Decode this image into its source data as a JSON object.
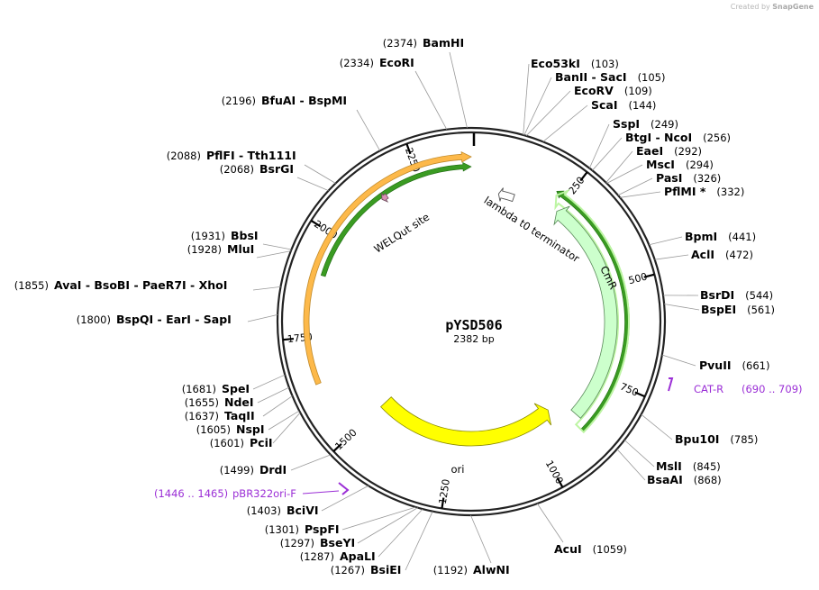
{
  "credit": {
    "prefix": "Created by",
    "brand": "SnapGene"
  },
  "plasmid": {
    "name": "pYSD506",
    "size_label": "2382 bp",
    "length": 2382
  },
  "ticks": [
    "250",
    "500",
    "750",
    "1000",
    "1250",
    "1500",
    "1750",
    "2000",
    "2250"
  ],
  "features": [
    {
      "name": "CmR",
      "start": 230,
      "end": 890,
      "color": "#ccffcc",
      "direction": "rev"
    },
    {
      "name": "lambda t0 terminator",
      "start": 60,
      "end": 152,
      "color": "#ffffff",
      "direction": "rev"
    },
    {
      "name": "ori",
      "start": 920,
      "end": 1510,
      "color": "#ffff00",
      "direction": "rev"
    },
    {
      "name": "WELQut site",
      "start": 2141,
      "end": 2158,
      "color": "#d98fb4",
      "direction": "rev"
    }
  ],
  "overlays": [
    {
      "label": "orange",
      "color": "#f7c56b"
    },
    {
      "label": "green",
      "color": "#2e8b1e"
    }
  ],
  "primers": [
    {
      "name": "CAT-R",
      "range": "(690 .. 709)",
      "color": "#9b2fd6"
    },
    {
      "name": "pBR322ori-F",
      "range": "(1446 .. 1465)",
      "color": "#9b2fd6"
    }
  ],
  "sites": [
    {
      "name": "BamHI",
      "pos": "(2374)"
    },
    {
      "name": "EcoRI",
      "pos": "(2334)"
    },
    {
      "name": "BfuAI  -  BspMI",
      "pos": "(2196)"
    },
    {
      "name": "PflFI  -  Tth111I",
      "pos": "(2088)"
    },
    {
      "name": "BsrGI",
      "pos": "(2068)"
    },
    {
      "name": "BbsI",
      "pos": "(1931)"
    },
    {
      "name": "MluI",
      "pos": "(1928)"
    },
    {
      "name": "AvaI  -  BsoBI  -  PaeR7I  -  XhoI",
      "pos": "(1855)"
    },
    {
      "name": "BspQI  -  EarI  -  SapI",
      "pos": "(1800)"
    },
    {
      "name": "SpeI",
      "pos": "(1681)"
    },
    {
      "name": "NdeI",
      "pos": "(1655)"
    },
    {
      "name": "TaqII",
      "pos": "(1637)"
    },
    {
      "name": "NspI",
      "pos": "(1605)"
    },
    {
      "name": "PciI",
      "pos": "(1601)"
    },
    {
      "name": "DrdI",
      "pos": "(1499)"
    },
    {
      "name": "BciVI",
      "pos": "(1403)"
    },
    {
      "name": "PspFI",
      "pos": "(1301)"
    },
    {
      "name": "BseYI",
      "pos": "(1297)"
    },
    {
      "name": "ApaLI",
      "pos": "(1287)"
    },
    {
      "name": "BsiEI",
      "pos": "(1267)"
    },
    {
      "name": "AlwNI",
      "pos": "(1192)"
    },
    {
      "name": "AcuI",
      "pos": "(1059)"
    },
    {
      "name": "BsaAI",
      "pos": "(868)"
    },
    {
      "name": "MslI",
      "pos": "(845)"
    },
    {
      "name": "Bpu10I",
      "pos": "(785)"
    },
    {
      "name": "PvuII",
      "pos": "(661)"
    },
    {
      "name": "BspEI",
      "pos": "(561)"
    },
    {
      "name": "BsrDI",
      "pos": "(544)"
    },
    {
      "name": "AclI",
      "pos": "(472)"
    },
    {
      "name": "BpmI",
      "pos": "(441)"
    },
    {
      "name": "PflMI *",
      "pos": "(332)"
    },
    {
      "name": "PasI",
      "pos": "(326)"
    },
    {
      "name": "MscI",
      "pos": "(294)"
    },
    {
      "name": "EaeI",
      "pos": "(292)"
    },
    {
      "name": "BtgI  -  NcoI",
      "pos": "(256)"
    },
    {
      "name": "SspI",
      "pos": "(249)"
    },
    {
      "name": "ScaI",
      "pos": "(144)"
    },
    {
      "name": "EcoRV",
      "pos": "(109)"
    },
    {
      "name": "BanII  -  SacI",
      "pos": "(105)"
    },
    {
      "name": "Eco53kI",
      "pos": "(103)"
    }
  ]
}
